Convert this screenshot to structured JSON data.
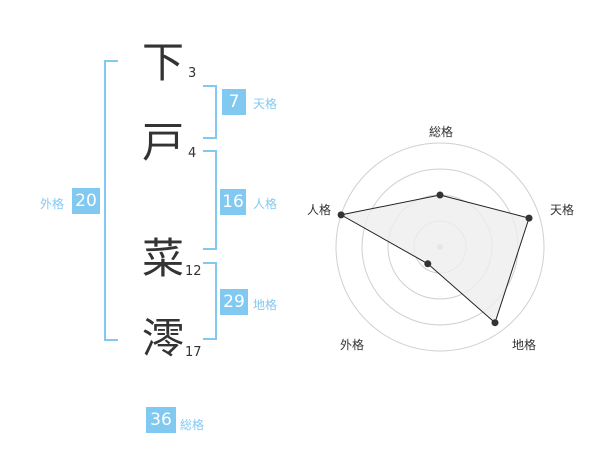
{
  "name": {
    "chars": [
      {
        "char": "下",
        "strokes": "3"
      },
      {
        "char": "戸",
        "strokes": "4"
      },
      {
        "char": "菜",
        "strokes": "12"
      },
      {
        "char": "澪",
        "strokes": "17"
      }
    ]
  },
  "fortunes": {
    "tenkaku": {
      "value": "7",
      "label": "天格"
    },
    "jinkaku": {
      "value": "16",
      "label": "人格"
    },
    "chikaku": {
      "value": "29",
      "label": "地格"
    },
    "gaikaku": {
      "value": "20",
      "label": "外格"
    },
    "soukaku": {
      "value": "36",
      "label": "総格"
    }
  },
  "colors": {
    "accent": "#82c9f2",
    "text": "#333333",
    "grid": "#d0d0d0",
    "fill": "#eeeeee"
  },
  "chart_data": {
    "type": "radar",
    "axes": [
      "総格",
      "天格",
      "地格",
      "外格",
      "人格"
    ],
    "values": [
      0.5,
      0.9,
      0.9,
      0.2,
      1.0
    ],
    "rings": 4
  }
}
